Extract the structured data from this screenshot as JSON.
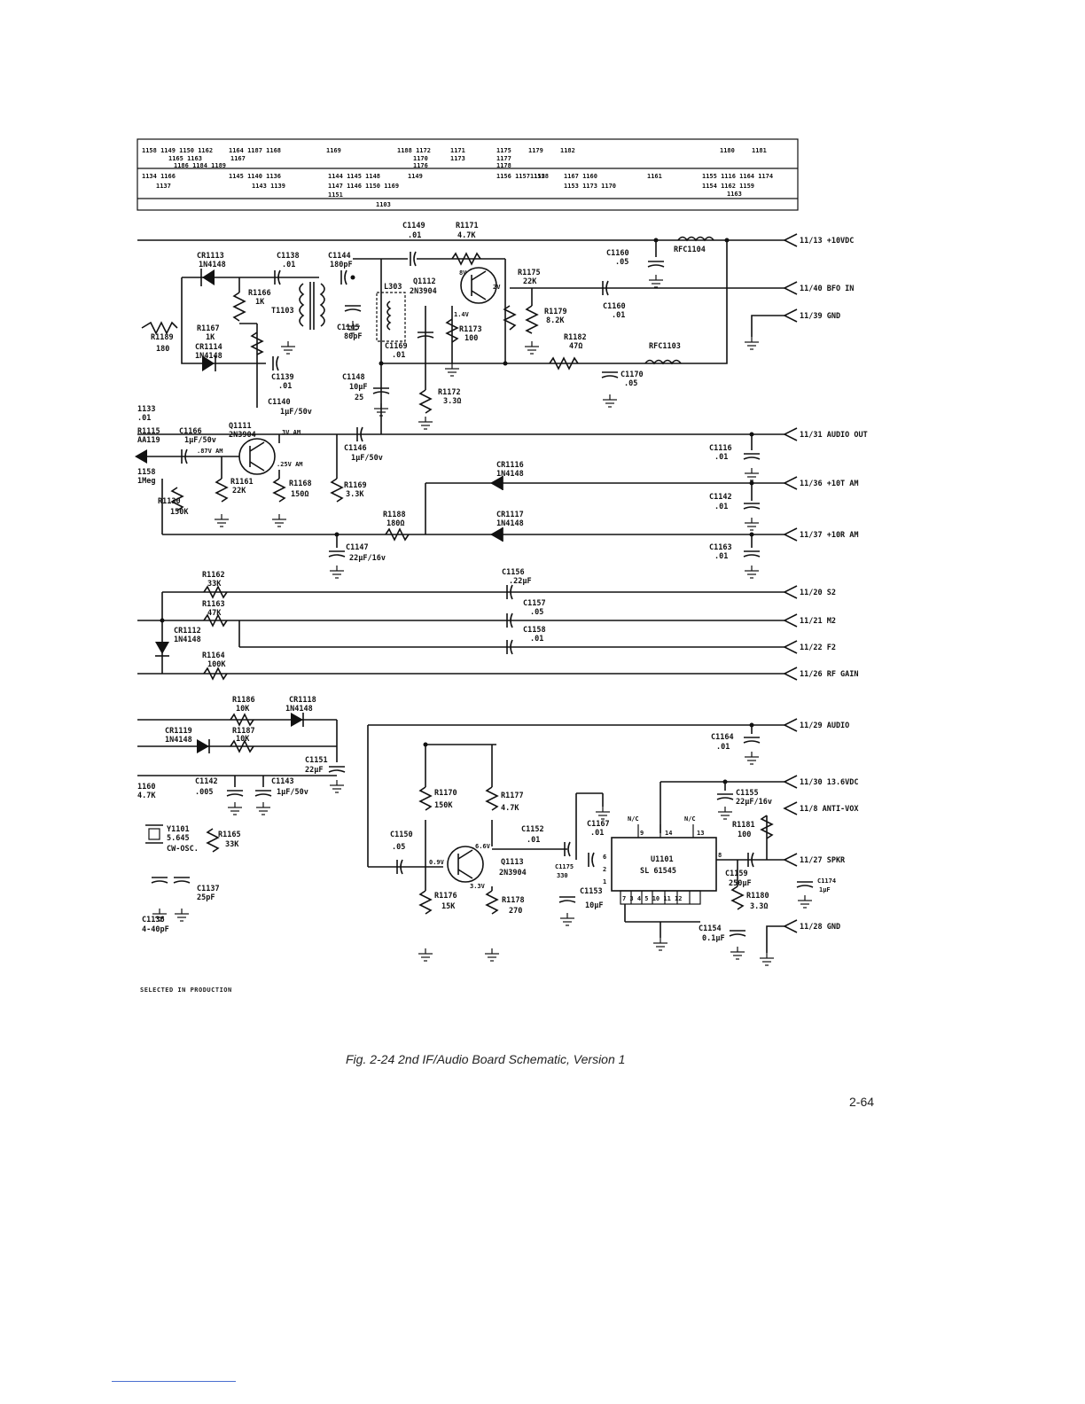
{
  "figure": {
    "caption": "Fig. 2-24  2nd IF/Audio Board Schematic, Version 1",
    "page_number": "2-64",
    "footnote": "SELECTED IN PRODUCTION"
  },
  "location_table": {
    "row1": [
      "1158 1149 1150 1162",
      "1164 1187 1168",
      "1169",
      "1188 1172",
      "1171",
      "1175",
      "1179",
      "1182",
      "1180",
      "1181"
    ],
    "row1b": [
      "1165 1163",
      "1167",
      "1170",
      "1173",
      "1177",
      "1176",
      "1178",
      "1186 1184 1189"
    ],
    "row2": [
      "1134 1166",
      "1137",
      "1145 1140 1136",
      "1143 1139",
      "1144 1145 1148",
      "1147 1146 1150 1169",
      "1149",
      "1151",
      "1156 1157 1158",
      "1152",
      "1167 1160",
      "1153 1173 1170",
      "1161",
      "1155 1116 1164 1174",
      "1154 1162 1159",
      "1163"
    ],
    "row3": "1103"
  },
  "connectors": {
    "j13": "11/13  +10VDC",
    "j40": "11/40  BFO IN",
    "j39": "11/39  GND",
    "j31": "11/31  AUDIO OUT",
    "j36": "11/36  +10T AM",
    "j37": "11/37  +10R AM",
    "j20": "11/20  S2",
    "j21": "11/21  M2",
    "j22": "11/22  F2",
    "j26": "11/26  RF GAIN",
    "j29": "11/29  AUDIO",
    "j30": "11/30  13.6VDC",
    "j8": "11/8  ANTI-VOX",
    "j27": "11/27  SPKR",
    "j28": "11/28  GND"
  },
  "components": {
    "c1149": "C1149",
    "c1149v": ".01",
    "r1171": "R1171",
    "r1171v": "4.7K",
    "cr1113": "CR1113",
    "cr1113v": "1N4148",
    "c1138": "C1138",
    "c1138v": ".01",
    "c1144": "C1144",
    "c1144v": "180pF",
    "c1160": "C1160",
    "c1160v": ".05",
    "rfc1104": "RFC1104",
    "q1112": "Q1112",
    "q1112v": "2N3904",
    "r1175": "R1175",
    "r1175v": "22K",
    "r1166": "R1166",
    "r1166v": "1K",
    "t1103": "T1103",
    "l303": "L303",
    "c1161": "C1160",
    "c1161v": ".01",
    "r1167": "R1167",
    "r1167v": "1K",
    "r1189": "R1189",
    "r1189v": "180",
    "cr1114": "CR1114",
    "cr1114v": "1N4148",
    "c1145": "C1145",
    "c1145v": "80pF",
    "c1169": "C1169",
    "c1169v": ".01",
    "r1173": "R1173",
    "r1173v": "100",
    "r1179": "R1179",
    "r1179v": "8.2K",
    "r1182": "R1182",
    "r1182v": "47Ω",
    "rfc1103": "RFC1103",
    "c1170": "C1170",
    "c1170v": ".05",
    "c1139": "C1139",
    "c1139v": ".01",
    "c1148": "C1148",
    "c1148v": "10µF",
    "c1148v2": "25",
    "r1172": "R1172",
    "r1172v": "3.3Ω",
    "c1140": "C1140",
    "c1140v": "1µF/50v",
    "c1133": "1133",
    "c1133v": ".01",
    "r1115": "R1115",
    "aa119": "AA119",
    "c1166": "C1166",
    "c1166v": "1µF/50v",
    "q1111": "Q1111",
    "q1111v": "2N3904",
    "c1146": "C1146",
    "c1146v": "1µF/50v",
    "c1116": "C1116",
    "c1116v": ".01",
    "cr1116": "CR1116",
    "cr1116v": "1N4148",
    "r1158": "1158",
    "r1158v": "1Meg",
    "r1130": "R1130",
    "r1130v": "150K",
    "r1161": "R1161",
    "r1161v": "22K",
    "r1168": "R1168",
    "r1168v": "150Ω",
    "r1169": "R1169",
    "r1169v": "3.3K",
    "c1142b": "C1142",
    "c1142bv": ".01",
    "r1188": "R1188",
    "r1188v": "180Ω",
    "cr1117": "CR1117",
    "cr1117v": "1N4148",
    "c1147": "C1147",
    "c1147v": "22µF/16v",
    "c1163": "C1163",
    "c1163v": ".01",
    "r1162": "R1162",
    "r1162v": "33K",
    "c1156": "C1156",
    "c1156v": ".22µF",
    "r1163": "R1163",
    "r1163v": "47K",
    "c1157": "C1157",
    "c1157v": ".05",
    "cr1112": "CR1112",
    "cr1112v": "1N4148",
    "c1158": "C1158",
    "c1158v": ".01",
    "r1164": "R1164",
    "r1164v": "100K",
    "r1186": "R1186",
    "r1186v": "10K",
    "cr1118": "CR1118",
    "cr1118v": "1N4148",
    "cr1119": "CR1119",
    "cr1119v": "1N4148",
    "r1187": "R1187",
    "r1187v": "10K",
    "c1164": "C1164",
    "c1164v": ".01",
    "c1151": "C1151",
    "c1151v": "22µF",
    "c1160b": "1160",
    "c1160bv": "4.7K",
    "c1142": "C1142",
    "c1142v": ".005",
    "c1143": "C1143",
    "c1143v": "1µF/50v",
    "c1155": "C1155",
    "c1155v": "22µF/16v",
    "r1170": "R1170",
    "r1170v": "150K",
    "r1177": "R1177",
    "r1177v": "4.7K",
    "c1167": "C1167",
    "c1167v": ".01",
    "r1181": "R1181",
    "r1181v": "100",
    "y1101": "Y1101",
    "y1101v": "5.645",
    "y1101v2": "CW-OSC.",
    "r1165": "R1165",
    "r1165v": "33K",
    "c1150": "C1150",
    "c1150v": ".05",
    "c1152": "C1152",
    "c1152v": ".01",
    "u1101": "U1101",
    "u1101v": "SL 61545",
    "q1113": "Q1113",
    "q1113v": "2N3904",
    "c1175": "C1175",
    "c1175v": "330",
    "c1153": "C1153",
    "c1153v": "10µF",
    "c1159": "C1159",
    "c1159v": "250µF",
    "c1174": "C1174",
    "c1174v": "1µF",
    "c1137": "C1137",
    "c1137v": "25pF",
    "r1176": "R1176",
    "r1176v": "15K",
    "r1178": "R1178",
    "r1178v": "270",
    "r1180": "R1180",
    "r1180v": "3.3Ω",
    "c1154": "C1154",
    "c1154v": "0.1µF",
    "c1136": "C1136",
    "c1136v": "4-40pF",
    "nc1": "N/C",
    "nc2": "N/C",
    "pin9": "9",
    "pin14": "14",
    "pin13": "13",
    "pin8": "8",
    "pin6": "6",
    "pin2": "2",
    "pin1": "1",
    "pins_bottom": "7 3 4 5 10 11 12",
    "volt_8v": "8V",
    "volt_2v": "2V",
    "volt_14v": "1.4V",
    "volt_3vam": "3V AM",
    "volt_87vam": ".87V AM",
    "volt_25vam": ".25V AM",
    "volt_09v": "0.9V",
    "volt_66v": "6.6V",
    "volt_35v": "3.3V"
  }
}
